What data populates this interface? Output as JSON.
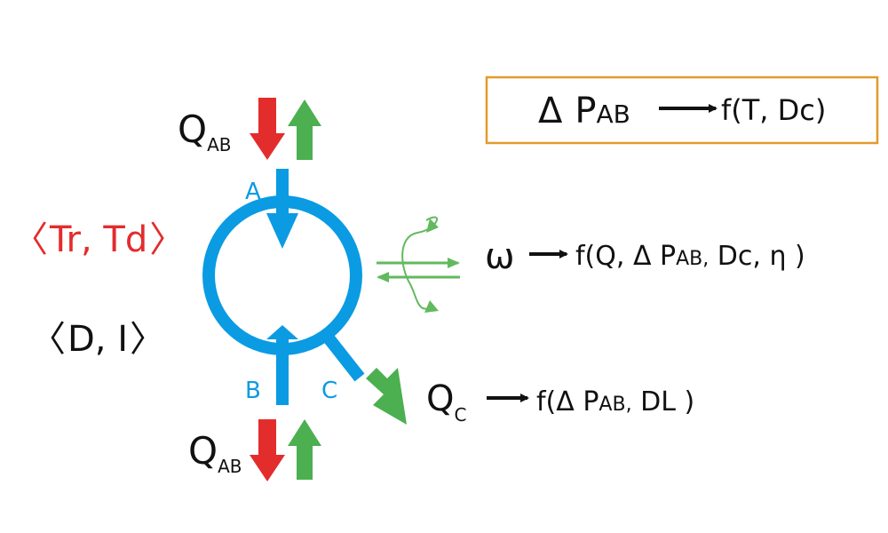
{
  "colors": {
    "blue": "#0a9be3",
    "red": "#e32c2c",
    "green": "#4caf50",
    "green_light": "#62b95e",
    "black": "#111111",
    "box_border": "#e39a2b"
  },
  "ports": {
    "a": "A",
    "b": "B",
    "c": "C"
  },
  "flow_top": {
    "base": "Q",
    "sub": "AB"
  },
  "flow_bottom": {
    "base": "Q",
    "sub": "AB"
  },
  "params_red": {
    "open": "〈",
    "text": "Tr, Td",
    "close": "〉"
  },
  "params_black": {
    "open": "〈",
    "text": "D, I",
    "close": "〉"
  },
  "box_formula": {
    "delta": "Δ",
    "p": "P",
    "sub": "AB",
    "rhs": "f(T, Dc)"
  },
  "omega_formula": {
    "symbol": "ω",
    "rhs_pre": "f(Q, Δ P",
    "rhs_sub": "AB,",
    "rhs_post": " Dc, η )"
  },
  "qc_formula": {
    "base": "Q",
    "sub": "C",
    "rhs_pre": "f(Δ P",
    "rhs_sub": "AB,",
    "rhs_post": " DL )"
  }
}
